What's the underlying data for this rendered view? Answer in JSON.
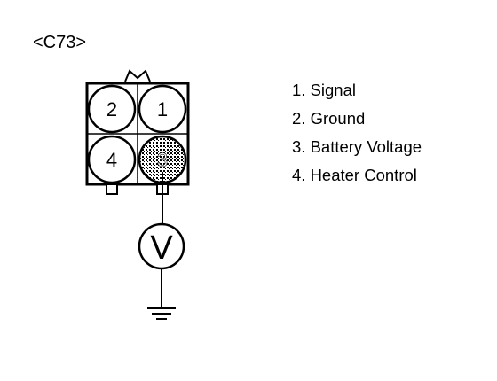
{
  "connector": {
    "label": "<C73>",
    "pins": [
      {
        "number": "1",
        "highlighted": false
      },
      {
        "number": "2",
        "highlighted": false
      },
      {
        "number": "3",
        "highlighted": true
      },
      {
        "number": "4",
        "highlighted": false
      }
    ]
  },
  "meter": {
    "symbol": "V"
  },
  "legend": {
    "items": [
      "1. Signal",
      "2. Ground",
      "3. Battery Voltage",
      "4. Heater Control"
    ]
  },
  "colors": {
    "line": "#000000",
    "background": "#ffffff",
    "highlight_fill": "#8a8a8a"
  }
}
